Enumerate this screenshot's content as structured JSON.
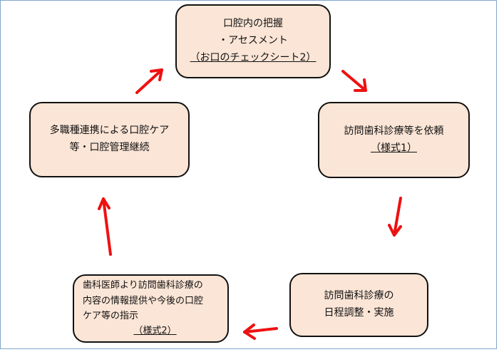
{
  "arrow_color": "#ee1111",
  "box_fill": "#fbe5d6",
  "boxes": {
    "assessment": {
      "lines": [
        "口腔内の把握",
        "・アセスメント"
      ],
      "form": "（お口のチェックシート2）"
    },
    "request": {
      "lines": [
        "訪問歯科診療等を依頼"
      ],
      "form": "（様式1）"
    },
    "schedule": {
      "lines": [
        "訪問歯科診療の",
        "日程調整・実施"
      ]
    },
    "instruction": {
      "lines": [
        "歯科医師より訪問歯科診療の",
        "内容の情報提供や今後の口腔",
        "ケア等の指示"
      ],
      "form": "（様式2）"
    },
    "continuation": {
      "lines": [
        "多職種連携による口腔ケア",
        "等・口腔管理継続"
      ]
    }
  }
}
